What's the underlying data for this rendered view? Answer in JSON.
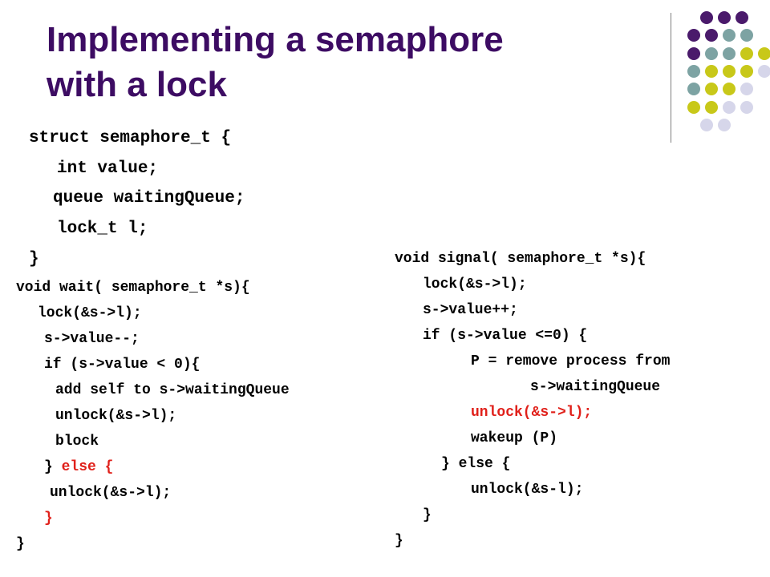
{
  "slide": {
    "title_lines": [
      "Implementing a semaphore",
      "with a lock"
    ]
  },
  "colors": {
    "title": "#3d0c63",
    "highlight": "#e0201a",
    "dot_purple": "#4a1a6b",
    "dot_teal": "#7da3a3",
    "dot_yellow": "#c8c819",
    "dot_lavender": "#d6d6ea"
  },
  "decoration": {
    "name": "dot-grid",
    "rows": [
      [
        "purple",
        "purple",
        "purple"
      ],
      [
        "purple",
        "purple",
        "teal",
        "teal"
      ],
      [
        "purple",
        "teal",
        "teal",
        "yellow",
        "yellow"
      ],
      [
        "teal",
        "yellow",
        "yellow",
        "yellow",
        "lavender"
      ],
      [
        "teal",
        "yellow",
        "yellow",
        "lavender"
      ],
      [
        "yellow",
        "yellow",
        "lavender",
        "lavender"
      ],
      [
        "lavender",
        "lavender"
      ]
    ]
  },
  "struct_code": [
    "struct semaphore_t {",
    "int value;",
    "queue waitingQueue;",
    "lock_t l;",
    "}"
  ],
  "wait_code": [
    "void wait( semaphore_t *s){",
    "lock(&s->l);",
    "s->value--;",
    "if (s->value < 0){",
    "add self to s->waitingQueue",
    "unlock(&s->l);",
    "block",
    "} ",
    "else {",
    "unlock(&s->l);",
    "}",
    "}"
  ],
  "signal_code": [
    "void signal( semaphore_t *s){",
    "lock(&s->l);",
    "s->value++;",
    "if (s->value <=0) {",
    "P = remove process from",
    "s->waitingQueue",
    "unlock(&s->l);",
    "wakeup (P)",
    "} else {",
    "unlock(&s-l);",
    "}",
    "}"
  ]
}
